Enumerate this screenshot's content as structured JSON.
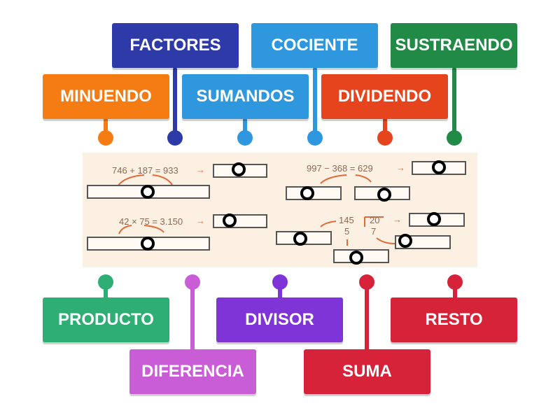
{
  "labels": {
    "factores": {
      "text": "FACTORES",
      "color": "#2d3aa8"
    },
    "cociente": {
      "text": "COCIENTE",
      "color": "#2e97dd"
    },
    "sustraendo": {
      "text": "SUSTRAENDO",
      "color": "#218a46"
    },
    "minuendo": {
      "text": "MINUENDO",
      "color": "#f57c12"
    },
    "sumandos": {
      "text": "SUMANDOS",
      "color": "#2e97dd"
    },
    "dividendo": {
      "text": "DIVIDENDO",
      "color": "#e5441c"
    },
    "producto": {
      "text": "PRODUCTO",
      "color": "#2fae73"
    },
    "divisor": {
      "text": "DIVISOR",
      "color": "#7f34d8"
    },
    "resto": {
      "text": "RESTO",
      "color": "#d62339"
    },
    "diferencia": {
      "text": "DIFERENCIA",
      "color": "#c95dd6"
    },
    "suma": {
      "text": "SUMA",
      "color": "#d62339"
    }
  },
  "image": {
    "addition": "746 + 187 = 933",
    "subtraction": "997 − 368 = 629",
    "multiplication": "42 × 75 = 3.150",
    "division": {
      "dividend": "145",
      "divisor": "20",
      "remainder": "5",
      "quotient": "7"
    }
  }
}
